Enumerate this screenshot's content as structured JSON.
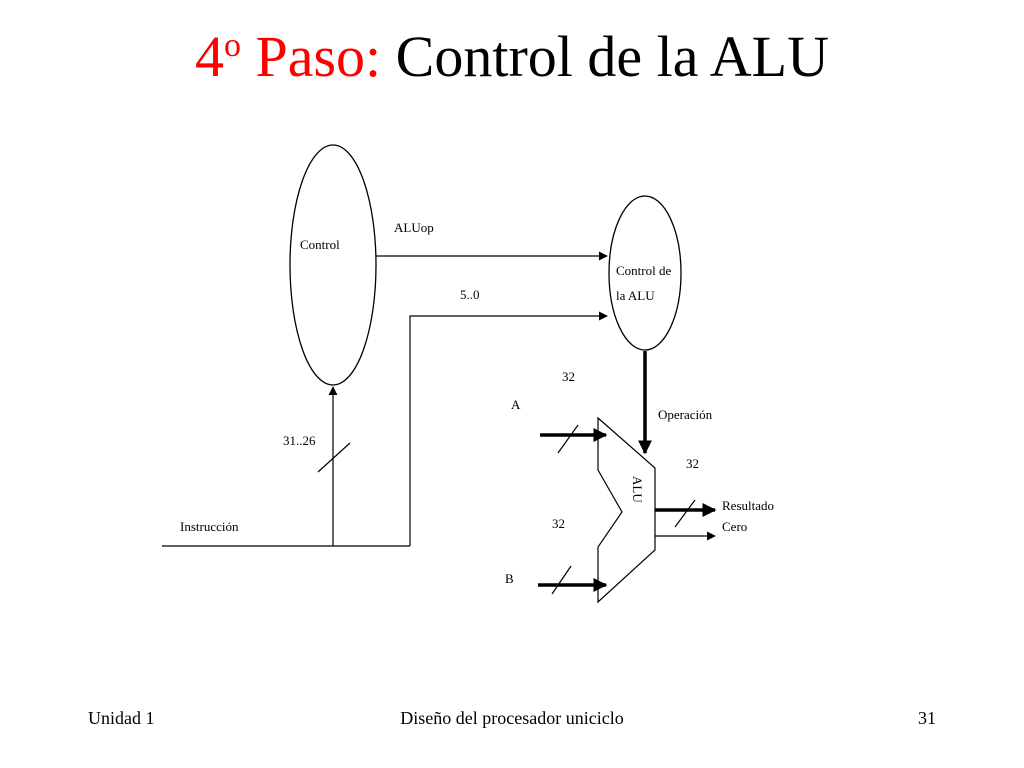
{
  "slide": {
    "title_prefix": "4",
    "title_superscript": "o",
    "title_step": "Paso:",
    "title_rest": "Control de la ALU",
    "accent_color": "#ff0000"
  },
  "diagram": {
    "control_label": "Control",
    "alu_control_line1": "Control de",
    "alu_control_line2": "la ALU",
    "aluop_label": "ALUop",
    "funct_label": "5..0",
    "opcode_label": "31..26",
    "instruction_label": "Instrucción",
    "alu_label": "ALU",
    "operation_label": "Operación",
    "input_a_label": "A",
    "input_b_label": "B",
    "width_a_label": "32",
    "width_b_label": "32",
    "width_out_label": "32",
    "result_label": "Resultado",
    "zero_label": "Cero"
  },
  "footer": {
    "left": "Unidad 1",
    "center": "Diseño del procesador uniciclo",
    "right": "31"
  }
}
